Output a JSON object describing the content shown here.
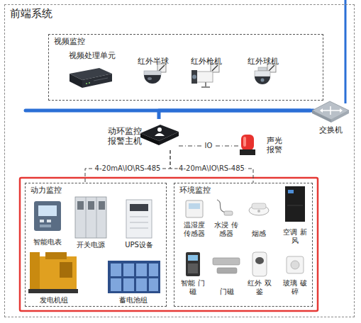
{
  "diagram": {
    "nodes": [
      {
        "text": [
          "前端系统"
        ]
      },
      {
        "text": [
          "视频监控"
        ],
        "in": 0
      },
      {
        "text": [
          "视频处理单元"
        ],
        "in": 1
      },
      {
        "text": [
          "红外半球"
        ],
        "in": 1
      },
      {
        "text": [
          "红外枪机"
        ],
        "in": 1
      },
      {
        "text": [
          "红外球机"
        ],
        "in": 1
      },
      {
        "text": [
          "交换机"
        ],
        "in": 0
      },
      {
        "text": [
          "动环监控 报警主机"
        ],
        "in": 0
      },
      {
        "text": [
          "声光 报警"
        ],
        "in": 0
      },
      {
        "text": [
          "动力监控"
        ],
        "in": 0
      },
      {
        "text": [
          "智能电表"
        ],
        "in": 9
      },
      {
        "text": [
          "开关电源"
        ],
        "in": 9
      },
      {
        "text": [
          "UPS设备"
        ],
        "in": 9
      },
      {
        "text": [
          "发电机组"
        ],
        "in": 9
      },
      {
        "text": [
          "蓄电池组"
        ],
        "in": 9
      },
      {
        "text": [
          "环境监控"
        ],
        "in": 0
      },
      {
        "text": [
          "温湿度 传感器"
        ],
        "in": 15
      },
      {
        "text": [
          "水浸 传感器"
        ],
        "in": 15
      },
      {
        "text": [
          "烟感"
        ],
        "in": 15
      },
      {
        "text": [
          "空调 新风"
        ],
        "in": 15
      },
      {
        "text": [
          "智能 门磁"
        ],
        "in": 15
      },
      {
        "text": [
          "门磁"
        ],
        "in": 15
      },
      {
        "text": [
          "红外 双鉴"
        ],
        "in": 15
      },
      {
        "text": [
          "玻璃 破碎"
        ],
        "in": 15
      }
    ],
    "edges": [
      {
        "from": 7,
        "to": 6,
        "arrow": "none"
      },
      {
        "from": 8,
        "to": 7,
        "label": "IO",
        "arrow": "none"
      },
      {
        "from": 7,
        "to": 9,
        "label": "4-20mA\\IO\\RS-485",
        "arrow": "none"
      },
      {
        "from": 7,
        "to": 15,
        "label": "4-20mA\\IO\\RS-485",
        "arrow": "none"
      }
    ]
  }
}
